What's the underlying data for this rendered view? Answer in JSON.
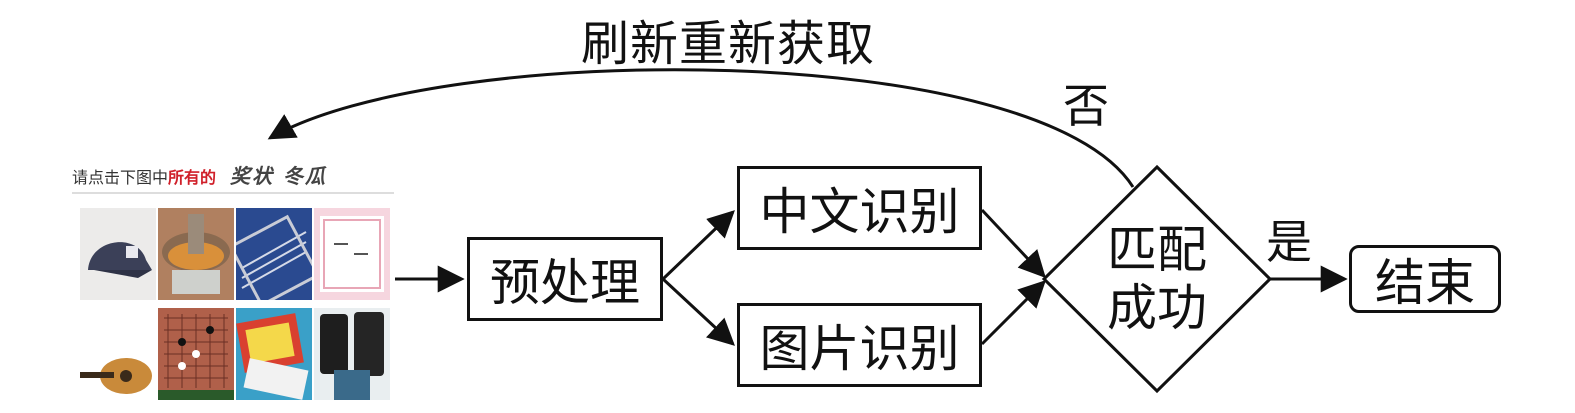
{
  "captcha": {
    "prompt_text": "请点击下图中",
    "prompt_highlight": "所有的",
    "prompt_chars": "奖状 冬瓜",
    "tiles": [
      {
        "name": "baseball-cap"
      },
      {
        "name": "hot-pot"
      },
      {
        "name": "abacus"
      },
      {
        "name": "certificate"
      },
      {
        "name": "guitar"
      },
      {
        "name": "go-board"
      },
      {
        "name": "certificate-card"
      },
      {
        "name": "speakers"
      }
    ]
  },
  "nodes": {
    "preprocess": "预处理",
    "chinese_recog": "中文识别",
    "image_recog": "图片识别",
    "match_line1": "匹配",
    "match_line2": "成功",
    "end": "结束"
  },
  "edges": {
    "refresh": "刷新重新获取",
    "no": "否",
    "yes": "是"
  }
}
